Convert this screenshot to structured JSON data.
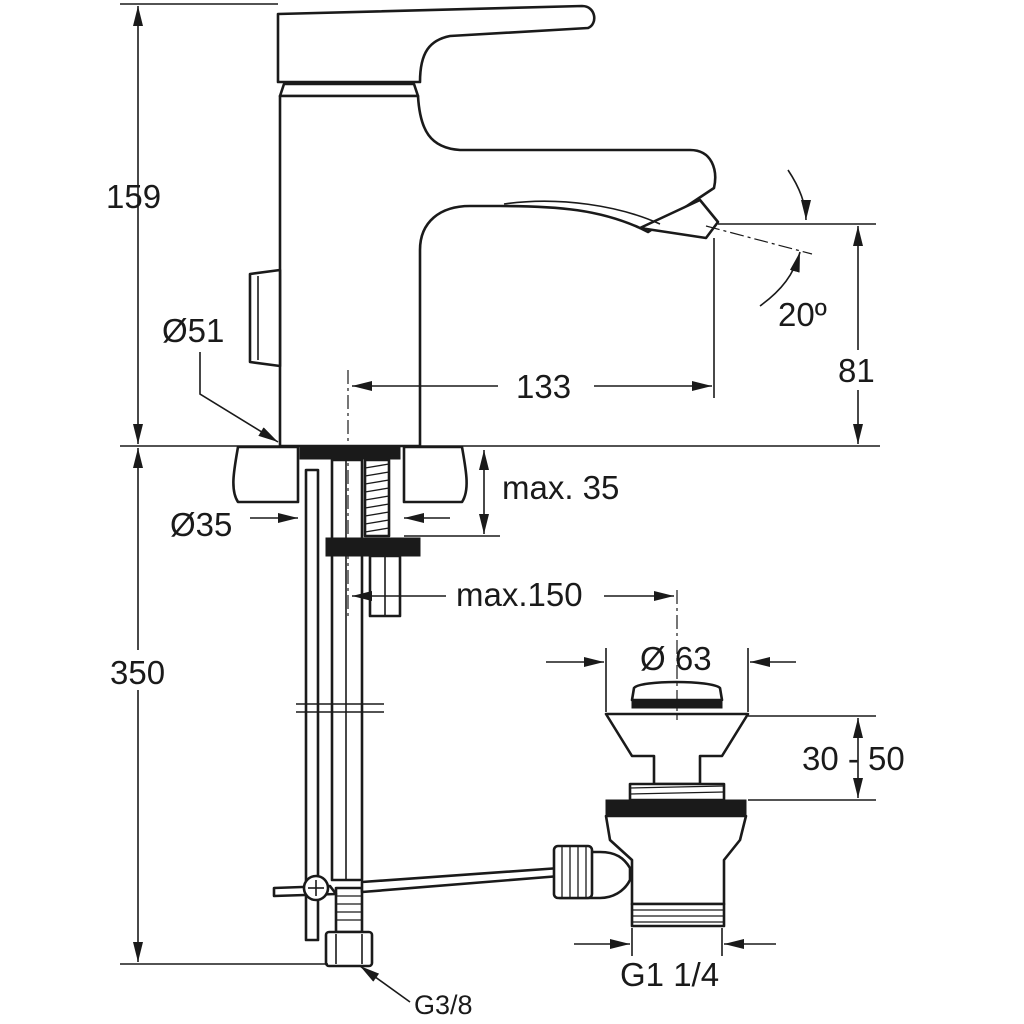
{
  "dimensions": {
    "height_above_deck": "159",
    "base_diameter": "Ø51",
    "spout_reach": "133",
    "spray_angle": "20º",
    "spout_height": "81",
    "max_deck_thickness": "max. 35",
    "hole_diameter": "Ø35",
    "max_tail_length": "max.150",
    "waste_diameter": "Ø 63",
    "below_deck_length": "350",
    "waste_height_range": "30 - 50",
    "supply_thread": "G3/8",
    "waste_thread": "G1 1/4"
  }
}
